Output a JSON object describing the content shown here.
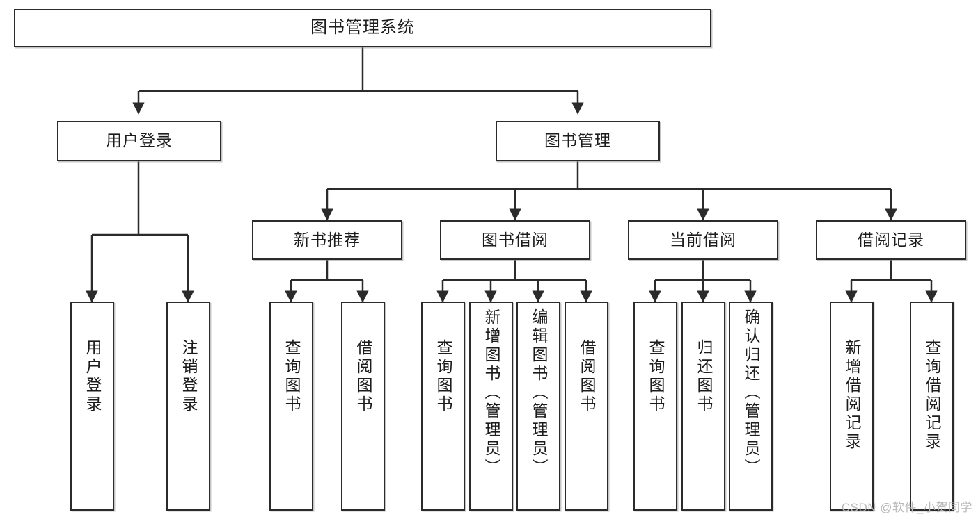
{
  "diagram": {
    "title": "图书管理系统",
    "type": "hierarchy-tree",
    "watermark": "CSDN @软件_小贺同学",
    "colors": {
      "border": "#2b2b2b",
      "background": "#ffffff",
      "text": "#1c1c1c",
      "watermark": "#b9b9b9"
    },
    "root": {
      "label": "图书管理系统"
    },
    "level1": [
      {
        "label": "用户登录"
      },
      {
        "label": "图书管理"
      }
    ],
    "level2": [
      {
        "label": "新书推荐"
      },
      {
        "label": "图书借阅"
      },
      {
        "label": "当前借阅"
      },
      {
        "label": "借阅记录"
      }
    ],
    "leaves": {
      "user_login": [
        {
          "label": "用户登录"
        },
        {
          "label": "注销登录"
        }
      ],
      "new_book_recommend": [
        {
          "label": "查询图书"
        },
        {
          "label": "借阅图书"
        }
      ],
      "book_borrow": [
        {
          "label": "查询图书"
        },
        {
          "label": "新增图书（管理员）"
        },
        {
          "label": "编辑图书（管理员）"
        },
        {
          "label": "借阅图书"
        }
      ],
      "current_borrow": [
        {
          "label": "查询图书"
        },
        {
          "label": "归还图书"
        },
        {
          "label": "确认归还（管理员）"
        }
      ],
      "borrow_record": [
        {
          "label": "新增借阅记录"
        },
        {
          "label": "查询借阅记录"
        }
      ]
    }
  }
}
